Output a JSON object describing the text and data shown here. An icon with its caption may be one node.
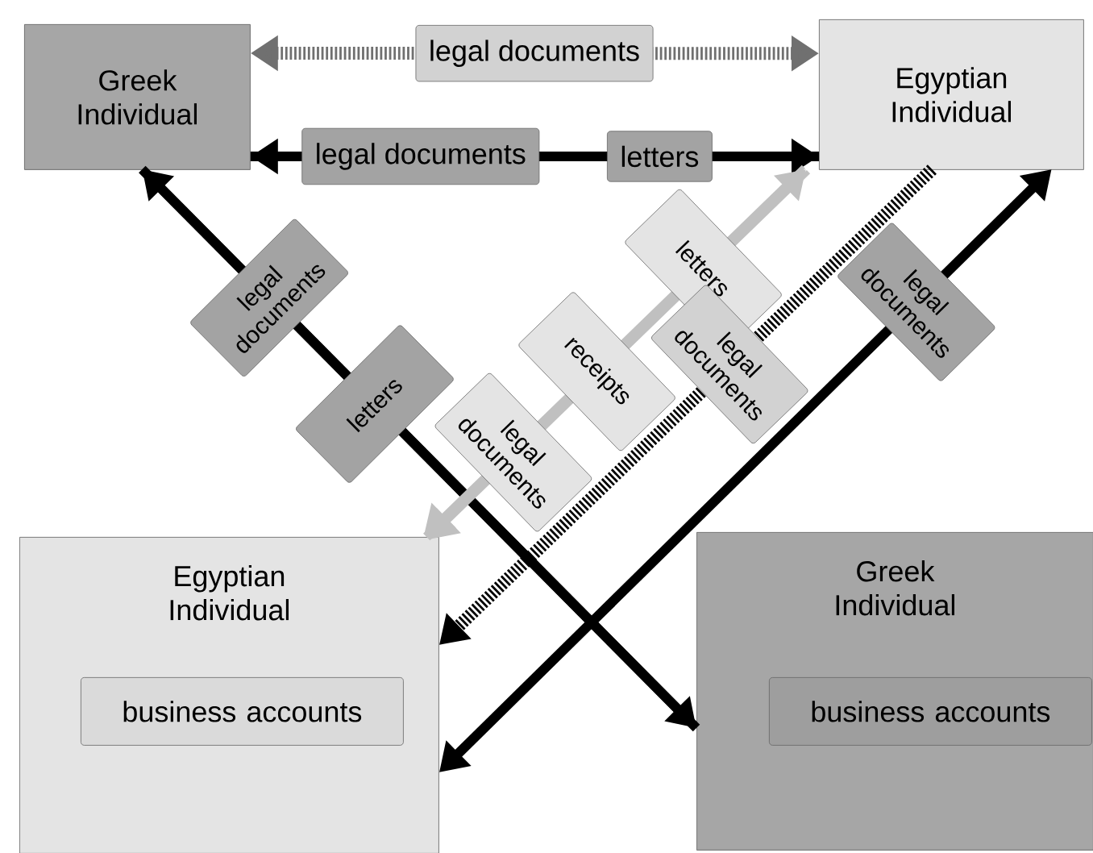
{
  "diagram": {
    "nodes": [
      {
        "text": [
          "Greek Individual"
        ]
      },
      {
        "text": [
          "Egyptian Individual"
        ]
      },
      {
        "text": [
          "Egyptian Individual"
        ]
      },
      {
        "text": [
          "business accounts"
        ],
        "in": 2
      },
      {
        "text": [
          "Greek Individual"
        ]
      },
      {
        "text": [
          "business accounts"
        ],
        "in": 4
      }
    ],
    "edges": [
      {
        "from": 0,
        "to": 1,
        "arrow": "both",
        "label": "legal documents",
        "style": "dashed",
        "color": "#707070"
      },
      {
        "from": 1,
        "to": 0,
        "arrow": "to",
        "label": "legal documents"
      },
      {
        "from": 0,
        "to": 1,
        "arrow": "to",
        "label": "letters"
      },
      {
        "from": 4,
        "to": 0,
        "arrow": "to",
        "label": "legal documents"
      },
      {
        "from": 0,
        "to": 4,
        "arrow": "to",
        "label": "letters"
      },
      {
        "from": 2,
        "to": 1,
        "arrow": "to",
        "label": "letters",
        "color": "#c0c0c0"
      },
      {
        "from": 1,
        "to": 2,
        "arrow": "to",
        "label": "receipts",
        "color": "#c0c0c0"
      },
      {
        "from": 1,
        "to": 2,
        "arrow": "to",
        "label": "legal documents",
        "color": "#c0c0c0"
      },
      {
        "from": 1,
        "to": 2,
        "arrow": "to",
        "label": "legal documents",
        "style": "dashed"
      },
      {
        "from": 1,
        "to": 2,
        "arrow": "both",
        "label": "legal documents"
      }
    ]
  }
}
